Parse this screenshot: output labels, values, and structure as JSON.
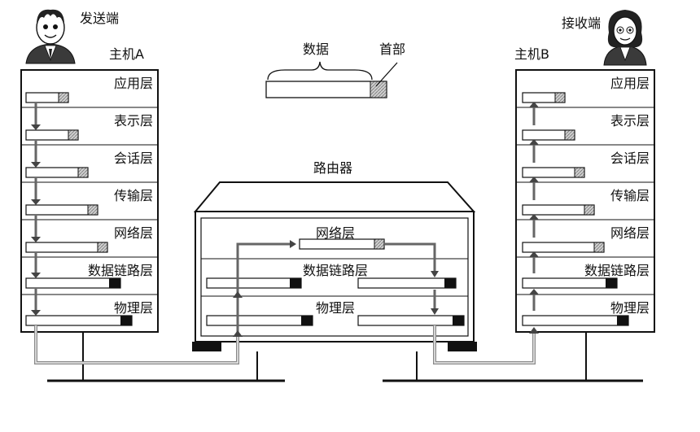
{
  "sender": {
    "caption": "发送端",
    "host": "主机A"
  },
  "receiver": {
    "caption": "接收端",
    "host": "主机B"
  },
  "legend": {
    "data": "数据",
    "header": "首部"
  },
  "layers": [
    "应用层",
    "表示层",
    "会话层",
    "传输层",
    "网络层",
    "数据链路层",
    "物理层"
  ],
  "router": {
    "title": "路由器",
    "layers": [
      "网络层",
      "数据链路层",
      "物理层"
    ]
  },
  "icons": {
    "sender": "man-avatar-icon",
    "receiver": "woman-avatar-icon"
  }
}
